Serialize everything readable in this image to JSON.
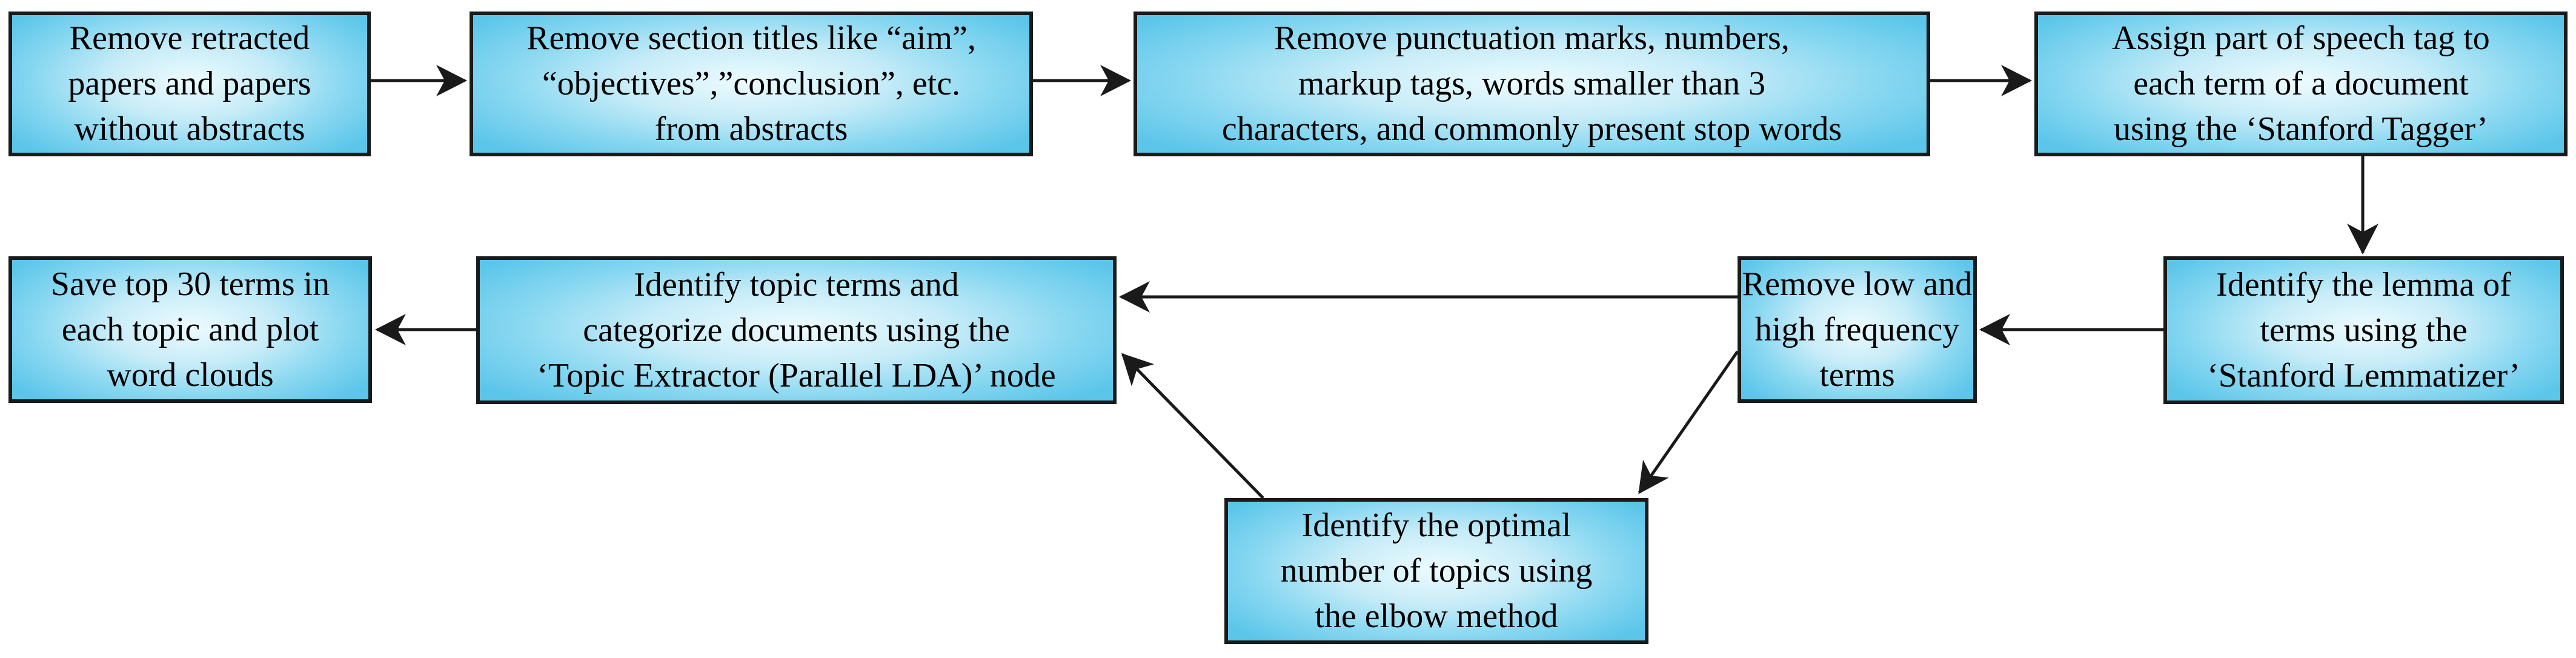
{
  "colors": {
    "node_fill_edge": "#5cc6ea",
    "node_fill_center": "#edfbff",
    "node_border": "#1a1a1a",
    "arrow": "#1a1a1a",
    "text": "#000000",
    "background": "#ffffff"
  },
  "nodes": [
    {
      "id": "remove-retracted-papers",
      "text": "Remove retracted\npapers and papers\nwithout abstracts"
    },
    {
      "id": "remove-section-titles",
      "text": "Remove section titles like “aim”,\n“objectives”,”conclusion”, etc.\nfrom abstracts"
    },
    {
      "id": "remove-punctuation",
      "text": "Remove punctuation marks, numbers,\nmarkup tags, words smaller than 3\ncharacters, and commonly present stop words"
    },
    {
      "id": "assign-pos-tag",
      "text": "Assign part of speech tag to\neach term of a document\nusing the ‘Stanford Tagger’"
    },
    {
      "id": "identify-lemma",
      "text": "Identify the lemma of\nterms using the\n‘Stanford Lemmatizer’"
    },
    {
      "id": "remove-low-high-frequency",
      "text": "Remove low and\nhigh frequency\nterms"
    },
    {
      "id": "identify-topic-terms",
      "text": "Identify topic terms and\ncategorize documents using the\n‘Topic Extractor (Parallel LDA)’ node"
    },
    {
      "id": "save-top-terms",
      "text": "Save top 30 terms in\neach topic and plot\nword clouds"
    },
    {
      "id": "identify-optimal-topics",
      "text": "Identify the optimal\nnumber of topics using\nthe elbow method"
    }
  ],
  "edges": [
    {
      "from": "remove-retracted-papers",
      "to": "remove-section-titles"
    },
    {
      "from": "remove-section-titles",
      "to": "remove-punctuation"
    },
    {
      "from": "remove-punctuation",
      "to": "assign-pos-tag"
    },
    {
      "from": "assign-pos-tag",
      "to": "identify-lemma"
    },
    {
      "from": "identify-lemma",
      "to": "remove-low-high-frequency"
    },
    {
      "from": "remove-low-high-frequency",
      "to": "identify-topic-terms"
    },
    {
      "from": "remove-low-high-frequency",
      "to": "identify-optimal-topics"
    },
    {
      "from": "identify-optimal-topics",
      "to": "identify-topic-terms"
    },
    {
      "from": "identify-topic-terms",
      "to": "save-top-terms"
    }
  ]
}
